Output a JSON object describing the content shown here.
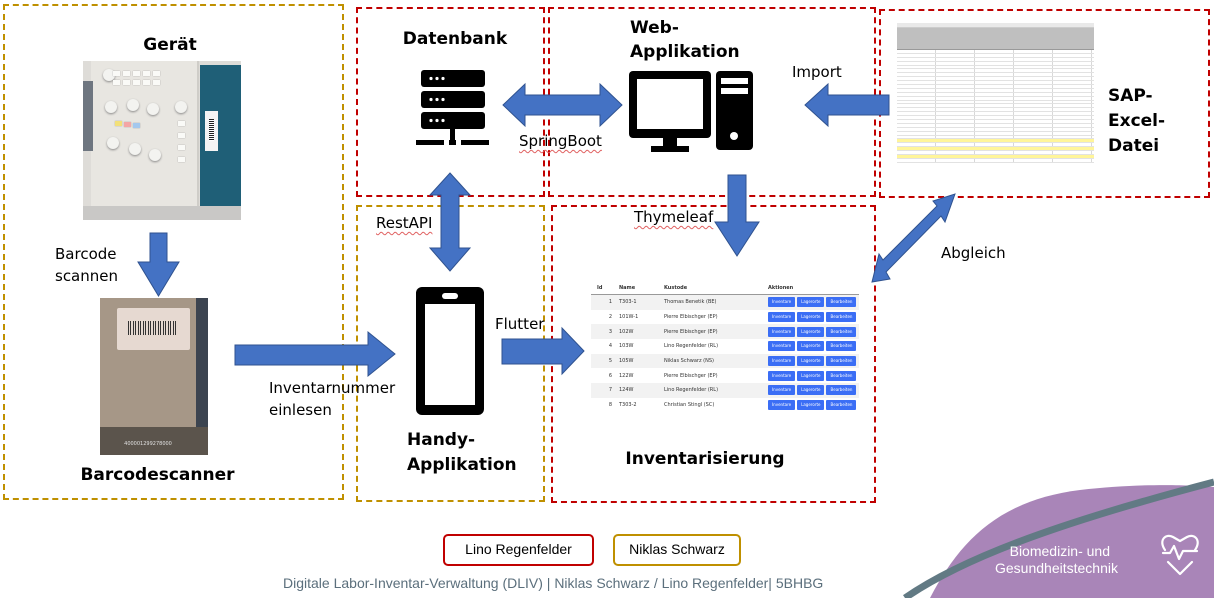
{
  "sections": {
    "geraet": {
      "title": "Gerät"
    },
    "barcodescanner": {
      "title": "Barcodescanner",
      "scanned_code": "400001299278000"
    },
    "datenbank": {
      "title": "Datenbank"
    },
    "webapp": {
      "title_line1": "Web-",
      "title_line2": "Applikation"
    },
    "sap": {
      "title_line1": "SAP-",
      "title_line2": "Excel-",
      "title_line3": "Datei"
    },
    "handy": {
      "title_line1": "Handy-",
      "title_line2": "Applikation"
    },
    "inventarisierung": {
      "title": "Inventarisierung"
    }
  },
  "connections": {
    "barcode_scannen_line1": "Barcode",
    "barcode_scannen_line2": "scannen",
    "inventarnummer_line1": "Inventarnummer",
    "inventarnummer_line2": "einlesen",
    "springboot": "SpringBoot",
    "import": "Import",
    "restapi": "RestAPI",
    "thymeleaf": "Thymeleaf",
    "flutter": "Flutter",
    "abgleich": "Abgleich"
  },
  "inventory_table": {
    "headers": [
      "Id",
      "Name",
      "Kustode",
      "Aktionen"
    ],
    "action_labels": [
      "Inventare",
      "Lagerorte",
      "Bearbeiten"
    ],
    "rows": [
      {
        "id": "1",
        "name": "T303-1",
        "kustode": "Thomas Benetik (BE)"
      },
      {
        "id": "2",
        "name": "101W-1",
        "kustode": "Pierre Elbischger (EP)"
      },
      {
        "id": "3",
        "name": "102W",
        "kustode": "Pierre Elbischger (EP)"
      },
      {
        "id": "4",
        "name": "103W",
        "kustode": "Lino Regenfelder (RL)"
      },
      {
        "id": "5",
        "name": "105W",
        "kustode": "Niklas Schwarz (NS)"
      },
      {
        "id": "6",
        "name": "122W",
        "kustode": "Pierre Elbischger (EP)"
      },
      {
        "id": "7",
        "name": "124W",
        "kustode": "Lino Regenfelder (RL)"
      },
      {
        "id": "8",
        "name": "T303-2",
        "kustode": "Christian Stingl (SC)"
      }
    ]
  },
  "legend": [
    {
      "name": "Lino Regenfelder",
      "color": "#c00000"
    },
    {
      "name": "Niklas Schwarz",
      "color": "#bf9000"
    }
  ],
  "footer": "Digitale Labor-Inventar-Verwaltung (DLIV) | Niklas Schwarz / Lino Regenfelder| 5BHBG",
  "brand": {
    "line1": "Biomedizin- und",
    "line2": "Gesundheitstechnik",
    "color": "#a985b8",
    "curve_color": "#627a84"
  },
  "colors": {
    "arrow": "#4472c4",
    "red_border": "#c00000",
    "gold_border": "#bf9000"
  }
}
